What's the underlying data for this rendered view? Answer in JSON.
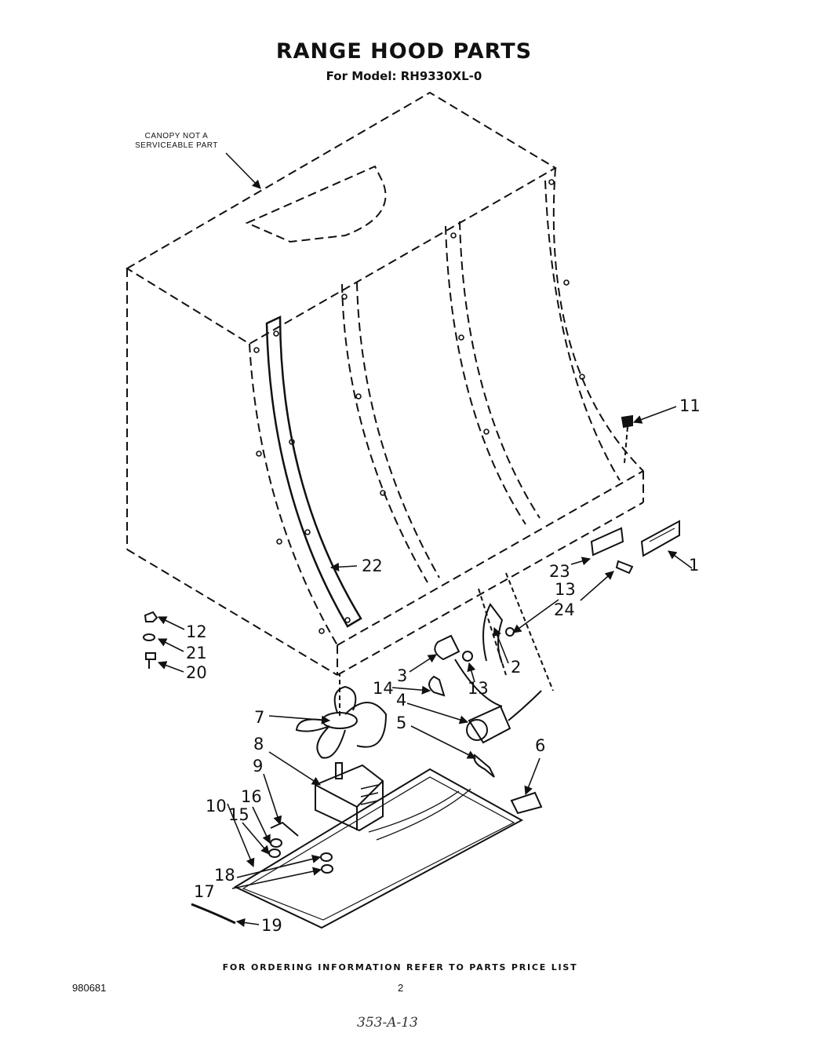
{
  "header": {
    "title": "RANGE HOOD PARTS",
    "model_line": "For Model: RH9330XL-0"
  },
  "diagram": {
    "canopy_note": "CANOPY NOT A\nSERVICEABLE PART",
    "callouts": {
      "c1": "1",
      "c2": "2",
      "c3": "3",
      "c4": "4",
      "c5": "5",
      "c6": "6",
      "c7": "7",
      "c8": "8",
      "c9": "9",
      "c10": "10",
      "c11": "11",
      "c12": "12",
      "c13a": "13",
      "c13b": "13",
      "c14": "14",
      "c15": "15",
      "c16": "16",
      "c17": "17",
      "c18": "18",
      "c19": "19",
      "c20": "20",
      "c21": "21",
      "c22": "22",
      "c23": "23",
      "c24": "24"
    }
  },
  "footer": {
    "ordering_info": "FOR ORDERING INFORMATION REFER TO PARTS PRICE LIST",
    "doc_number": "980681",
    "page_number": "2",
    "handwritten_ref": "353-A-13"
  }
}
